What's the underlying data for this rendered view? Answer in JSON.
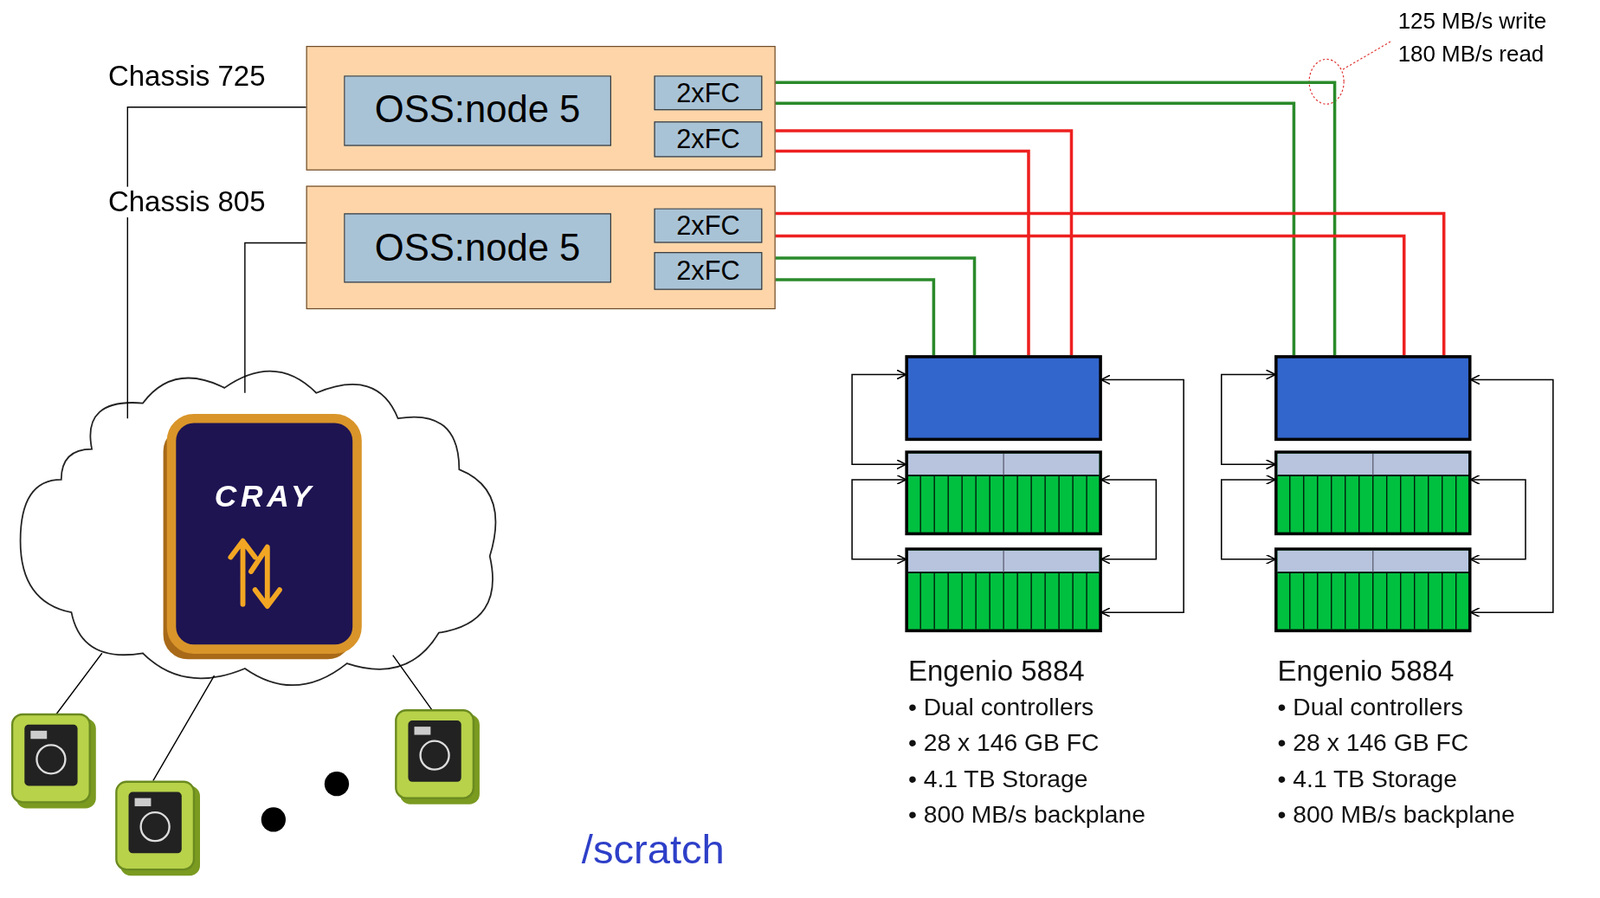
{
  "diagram": {
    "nodes": [
      {
        "text": [
          "Chassis 725"
        ]
      },
      {
        "text": [
          "OSS:node 5"
        ],
        "in": 0
      },
      {
        "text": [
          "2xFC"
        ],
        "in": 0
      },
      {
        "text": [
          "2xFC"
        ],
        "in": 0
      },
      {
        "text": [
          "Chassis 805"
        ]
      },
      {
        "text": [
          "OSS:node 5"
        ],
        "in": 4
      },
      {
        "text": [
          "2xFC"
        ],
        "in": 4
      },
      {
        "text": [
          "2xFC"
        ],
        "in": 4
      },
      {
        "text": [
          "Engenio 5884",
          "• Dual controllers",
          "• 28 x 146 GB FC",
          "• 4.1 TB Storage",
          "• 800 MB/s backplane"
        ]
      },
      {
        "text": [
          "Engenio 5884",
          "• Dual controllers",
          "• 28 x 146 GB FC",
          "• 4.1 TB Storage",
          "• 800 MB/s backplane"
        ]
      }
    ],
    "edges": [
      {
        "from": 1,
        "to": 2,
        "arrow": "none"
      },
      {
        "from": 1,
        "to": 3,
        "arrow": "none"
      },
      {
        "from": 5,
        "to": 6,
        "arrow": "none"
      },
      {
        "from": 5,
        "to": 7,
        "arrow": "none"
      },
      {
        "from": 2,
        "to": 9,
        "arrow": "none"
      },
      {
        "from": 2,
        "to": 9,
        "arrow": "none"
      },
      {
        "from": 3,
        "to": 8,
        "arrow": "none"
      },
      {
        "from": 3,
        "to": 8,
        "arrow": "none"
      },
      {
        "from": 6,
        "to": 9,
        "arrow": "none"
      },
      {
        "from": 6,
        "to": 9,
        "arrow": "none"
      },
      {
        "from": 7,
        "to": 8,
        "arrow": "none"
      },
      {
        "from": 7,
        "to": 8,
        "arrow": "none"
      }
    ],
    "labels": [
      "125 MB/s write",
      "180 MB/s read",
      "CRAY",
      "/scratch"
    ]
  }
}
